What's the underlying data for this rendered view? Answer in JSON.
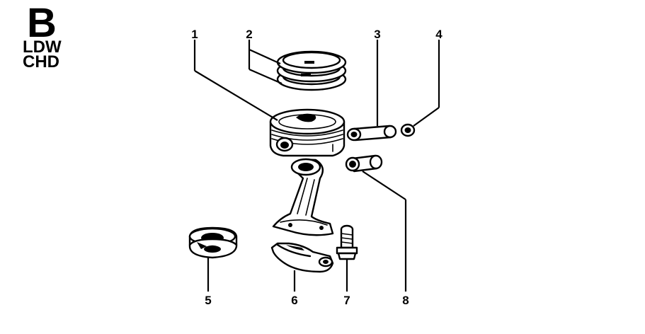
{
  "header": {
    "group_letter": "B",
    "model_line_1": "LDW",
    "model_line_2": "CHD"
  },
  "callouts": [
    {
      "number": "1",
      "part": "piston"
    },
    {
      "number": "2",
      "part": "piston-rings"
    },
    {
      "number": "3",
      "part": "piston-pin"
    },
    {
      "number": "4",
      "part": "circlip"
    },
    {
      "number": "5",
      "part": "main-bearing-shells"
    },
    {
      "number": "6",
      "part": "connecting-rod-cap"
    },
    {
      "number": "7",
      "part": "connecting-rod-bolt"
    },
    {
      "number": "8",
      "part": "small-end-bushing"
    }
  ],
  "colors": {
    "ink": "#000000",
    "paper": "#ffffff"
  }
}
